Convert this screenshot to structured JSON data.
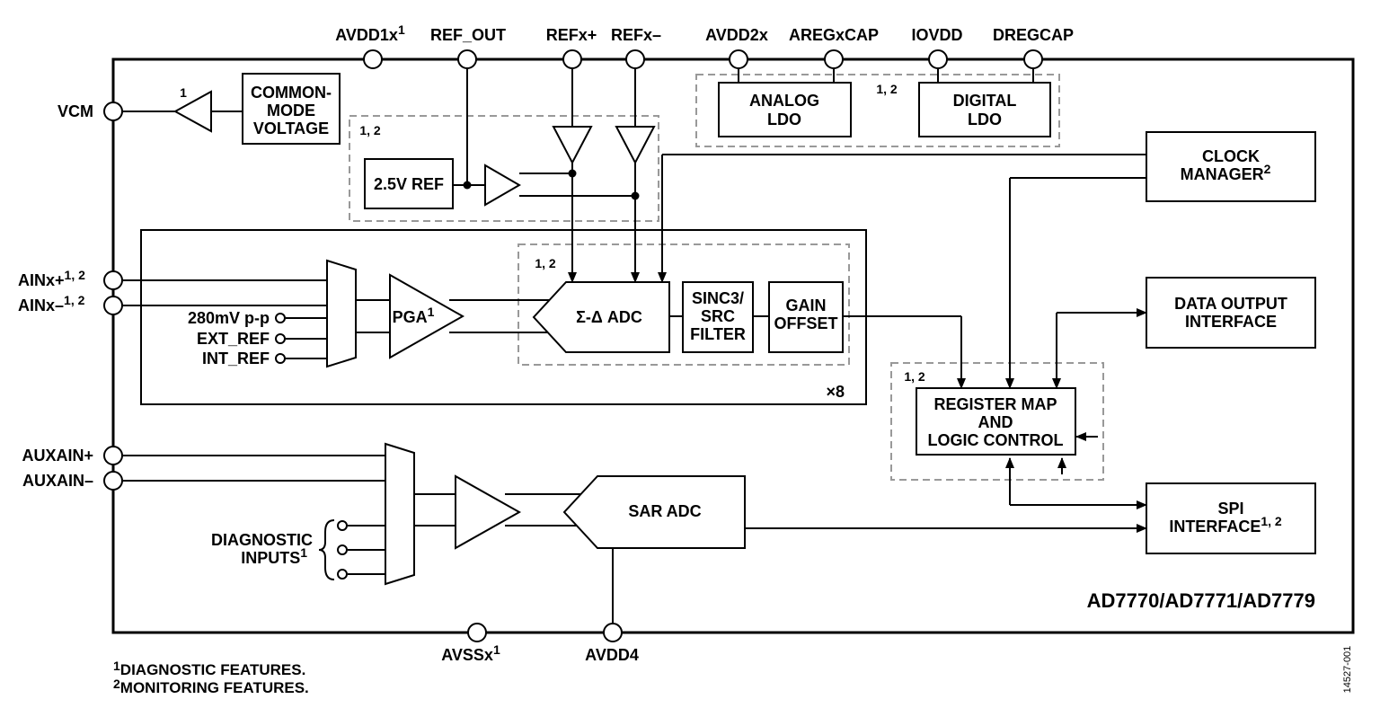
{
  "pins_top": {
    "avdd1x": "AVDD1x",
    "avdd1x_sup": "1",
    "ref_out": "REF_OUT",
    "refx_plus": "REFx+",
    "refx_minus": "REFx–",
    "avdd2x": "AVDD2x",
    "aregxcap": "AREGxCAP",
    "iovdd": "IOVDD",
    "dregcap": "DREGCAP"
  },
  "pins_left": {
    "vcm": "VCM",
    "ainx_plus": "AINx+",
    "ainx_plus_sup": "1, 2",
    "ainx_minus": "AINx–",
    "ainx_minus_sup": "1, 2",
    "auxain_plus": "AUXAIN+",
    "auxain_minus": "AUXAIN–"
  },
  "pins_bottom": {
    "avssx": "AVSSx",
    "avssx_sup": "1",
    "avdd4": "AVDD4"
  },
  "blocks": {
    "common_mode_1": "COMMON-",
    "common_mode_2": "MODE",
    "common_mode_3": "VOLTAGE",
    "ref_2v5": "2.5V REF",
    "analog_ldo_1": "ANALOG",
    "analog_ldo_2": "LDO",
    "digital_ldo_1": "DIGITAL",
    "digital_ldo_2": "LDO",
    "clock_manager_1": "CLOCK",
    "clock_manager_2": "MANAGER",
    "clock_manager_sup": "2",
    "pga": "PGA",
    "pga_sup": "1",
    "sigma_delta_adc": "Σ-Δ ADC",
    "sinc_1": "SINC3/",
    "sinc_2": "SRC",
    "sinc_3": "FILTER",
    "gain_1": "GAIN",
    "gain_2": "OFFSET",
    "data_output_1": "DATA OUTPUT",
    "data_output_2": "INTERFACE",
    "register_map_1": "REGISTER MAP",
    "register_map_2": "AND",
    "register_map_3": "LOGIC CONTROL",
    "sar_adc": "SAR ADC",
    "spi_1": "SPI",
    "spi_2": "INTERFACE",
    "spi_sup": "1, 2"
  },
  "mux_inputs": {
    "mv280": "280mV p-p",
    "ext_ref": "EXT_REF",
    "int_ref": "INT_REF"
  },
  "diagnostic": {
    "line1": "DIAGNOSTIC",
    "line2": "INPUTS",
    "sup": "1"
  },
  "annotations": {
    "buffer_note": "1",
    "ref_region": "1, 2",
    "ldo_region": "1, 2",
    "adc_region": "1, 2",
    "reg_region": "1, 2",
    "channel_count": "×8"
  },
  "part_number": "AD7770/AD7771/AD7779",
  "footnotes": {
    "note1_sup": "1",
    "note1": "DIAGNOSTIC FEATURES.",
    "note2_sup": "2",
    "note2": "MONITORING FEATURES."
  },
  "figure_id": "14527-001"
}
